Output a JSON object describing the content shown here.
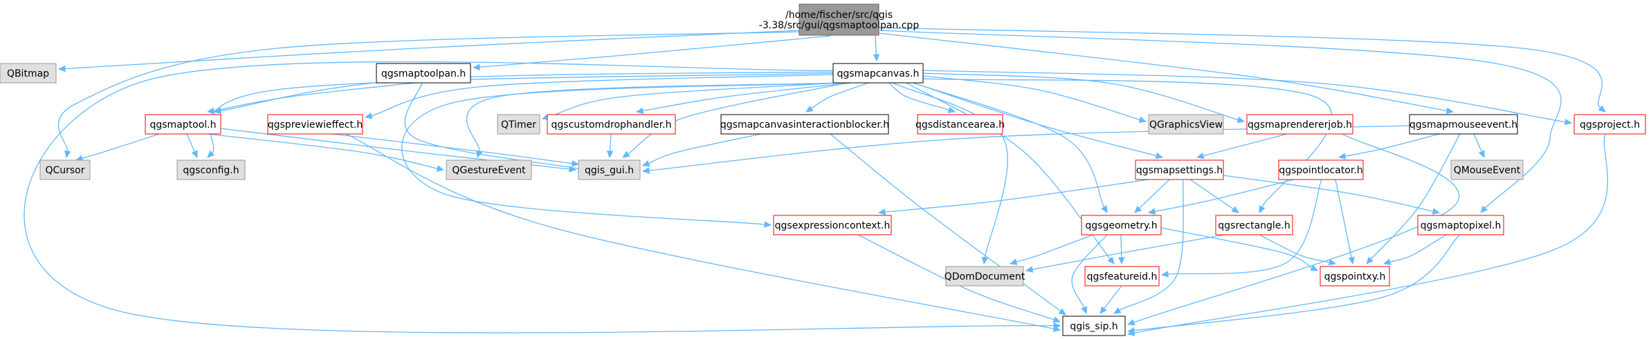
{
  "colors": {
    "edge": "#63b8ff",
    "root_fill": "#999999",
    "root_border": "#666666",
    "external_fill": "#e0e0e0",
    "external_border": "#999999",
    "documented_border": "#000000",
    "undocumented_border": "#ff0000"
  },
  "nodes": [
    {
      "id": "root",
      "lines": [
        "/home/fischer/src/qgis",
        "-3.38/src/gui/qgsmaptoolpan.cpp"
      ],
      "style": "root"
    },
    {
      "id": "QBitmap",
      "lines": [
        "QBitmap"
      ],
      "style": "external"
    },
    {
      "id": "qgsmaptoolpan_h",
      "lines": [
        "qgsmaptoolpan.h"
      ],
      "style": "documented"
    },
    {
      "id": "qgsmapcanvas_h",
      "lines": [
        "qgsmapcanvas.h"
      ],
      "style": "documented"
    },
    {
      "id": "qgsmaptool_h",
      "lines": [
        "qgsmaptool.h"
      ],
      "style": "undocumented"
    },
    {
      "id": "qgspreviewEffect_h",
      "lines": [
        "qgspreviewieffect.h"
      ],
      "style": "undocumented"
    },
    {
      "id": "QTimer",
      "lines": [
        "QTimer"
      ],
      "style": "external"
    },
    {
      "id": "qgscustomdrophandler_h",
      "lines": [
        "qgscustomdrophandler.h"
      ],
      "style": "undocumented"
    },
    {
      "id": "qgsmapcanvasinteractionblocker_h",
      "lines": [
        "qgsmapcanvasinteractionblocker.h"
      ],
      "style": "documented"
    },
    {
      "id": "qgsdistancearea_h",
      "lines": [
        "qgsdistancearea.h"
      ],
      "style": "undocumented"
    },
    {
      "id": "QGraphicsView",
      "lines": [
        "QGraphicsView"
      ],
      "style": "external"
    },
    {
      "id": "qgsmaprendererjob_h",
      "lines": [
        "qgsmaprendererjob.h"
      ],
      "style": "undocumented"
    },
    {
      "id": "qgsmapmouseevent_h",
      "lines": [
        "qgsmapmouseevent.h"
      ],
      "style": "documented"
    },
    {
      "id": "qgsproject_h",
      "lines": [
        "qgsproject.h"
      ],
      "style": "undocumented"
    },
    {
      "id": "QCursor",
      "lines": [
        "QCursor"
      ],
      "style": "external"
    },
    {
      "id": "qgsconfig_h",
      "lines": [
        "qgsconfig.h"
      ],
      "style": "external"
    },
    {
      "id": "QGestureEvent",
      "lines": [
        "QGestureEvent"
      ],
      "style": "external"
    },
    {
      "id": "qgis_gui_h",
      "lines": [
        "qgis_gui.h"
      ],
      "style": "external"
    },
    {
      "id": "qgsmapsettings_h",
      "lines": [
        "qgsmapsettings.h"
      ],
      "style": "undocumented"
    },
    {
      "id": "qgspointlocator_h",
      "lines": [
        "qgspointlocator.h"
      ],
      "style": "undocumented"
    },
    {
      "id": "QMouseEvent",
      "lines": [
        "QMouseEvent"
      ],
      "style": "external"
    },
    {
      "id": "qgsexpressioncontext_h",
      "lines": [
        "qgsexpressioncontext.h"
      ],
      "style": "undocumented"
    },
    {
      "id": "qgsgeometry_h",
      "lines": [
        "qgsgeometry.h"
      ],
      "style": "undocumented"
    },
    {
      "id": "qgsrectangle_h",
      "lines": [
        "qgsrectangle.h"
      ],
      "style": "undocumented"
    },
    {
      "id": "qgsmaptopixel_h",
      "lines": [
        "qgsmaptopixel.h"
      ],
      "style": "undocumented"
    },
    {
      "id": "QDomDocument",
      "lines": [
        "QDomDocument"
      ],
      "style": "external"
    },
    {
      "id": "qgsfeatureid_h",
      "lines": [
        "qgsfeatureid.h"
      ],
      "style": "undocumented"
    },
    {
      "id": "qgspointxy_h",
      "lines": [
        "qgspointxy.h"
      ],
      "style": "undocumented"
    },
    {
      "id": "qgis_sip_h",
      "lines": [
        "qgis_sip.h"
      ],
      "style": "documented"
    }
  ]
}
